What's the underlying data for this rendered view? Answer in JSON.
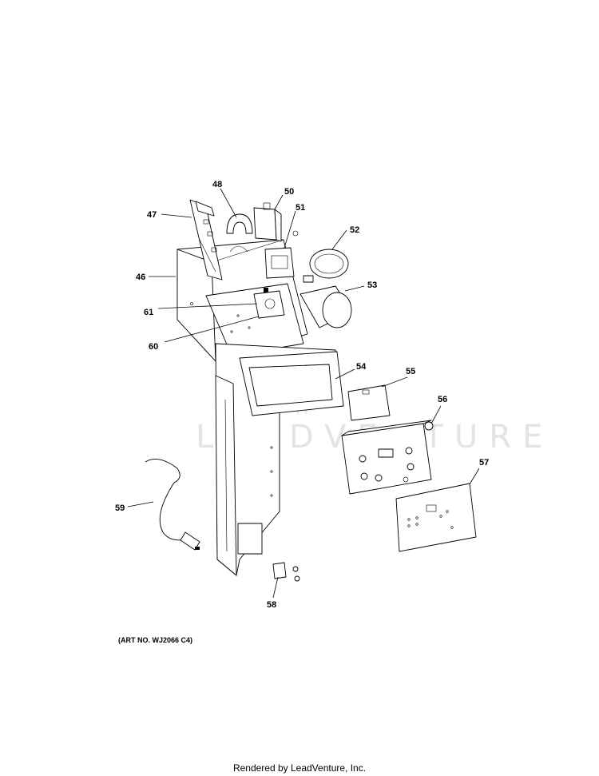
{
  "diagram": {
    "callouts": {
      "c46": "46",
      "c47": "47",
      "c48": "48",
      "c50": "50",
      "c51": "51",
      "c52": "52",
      "c53": "53",
      "c54": "54",
      "c55": "55",
      "c56": "56",
      "c57": "57",
      "c58": "58",
      "c59": "59",
      "c60": "60",
      "c61": "61"
    },
    "watermark": "LEADVENTURE"
  },
  "art_number": "(ART NO. WJ2066 C4)",
  "footer": "Rendered by LeadVenture, Inc."
}
